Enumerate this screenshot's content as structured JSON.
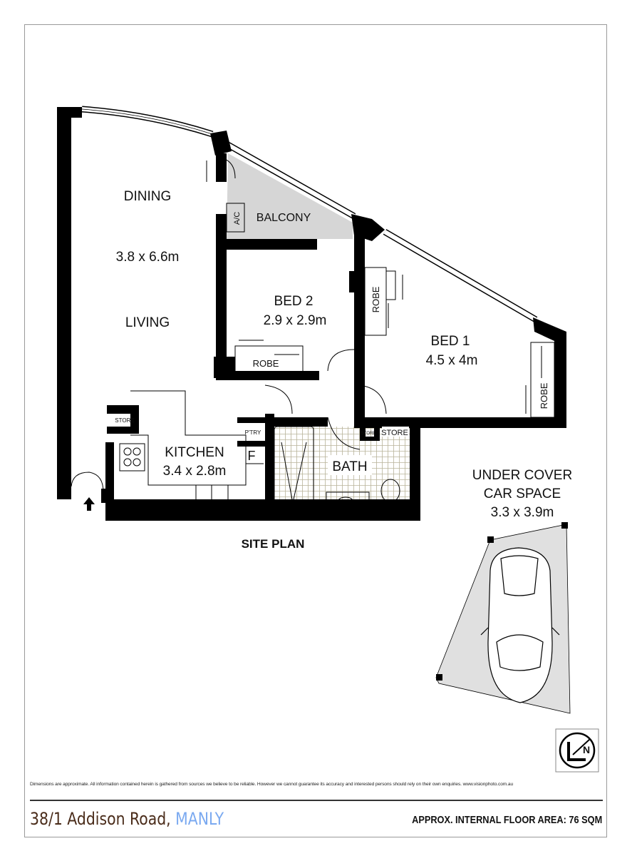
{
  "rooms": {
    "dining": "DINING",
    "living_dims": "3.8 x 6.6m",
    "living": "LIVING",
    "balcony": "BALCONY",
    "ac": "A/C",
    "bed2": "BED 2",
    "bed2_dims": "2.9 x 2.9m",
    "bed2_robe": "ROBE",
    "bed1": "BED 1",
    "bed1_dims": "4.5 x 4m",
    "bed1_robe_a": "ROBE",
    "bed1_robe_b": "ROBE",
    "kitchen": "KITCHEN",
    "kitchen_dims": "3.4 x 2.8m",
    "kitchen_store": "STORE",
    "pantry": "P'TRY",
    "fridge": "F",
    "bath": "BATH",
    "bath_store_small": "STORE",
    "bath_store": "STORE"
  },
  "site_plan_label": "SITE PLAN",
  "car_space": {
    "title_line1": "UNDER COVER",
    "title_line2": "CAR SPACE",
    "dims": "3.3 x 3.9m"
  },
  "colors": {
    "wall": "#000000",
    "balcony": "#d6d6d6",
    "car_space": "#e0e0e0",
    "tile": "#b8b39a",
    "suburb": "#7aa9f0",
    "address": "#4a2c1a"
  },
  "footer": {
    "disclaimer": "Dimensions are approximate. All information contained herein is gathered from sources we believe to be reliable. However we cannot guarantee its accuracy and interested persons should rely on their own enquiries. www.visionphoto.com.au",
    "address": "38/1 Addison Road, ",
    "suburb": "MANLY",
    "floor_area": "APPROX. INTERNAL FLOOR AREA: 76 SQM"
  }
}
